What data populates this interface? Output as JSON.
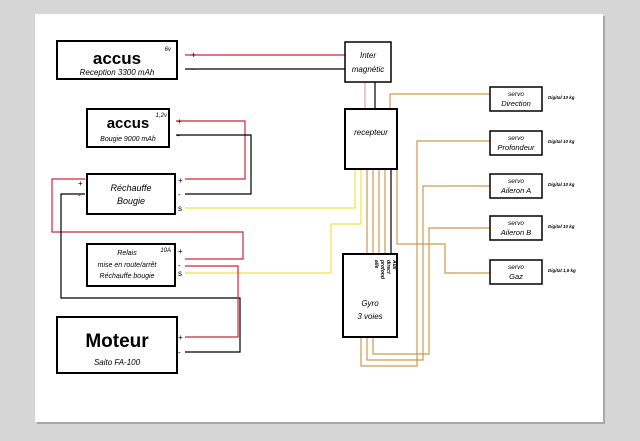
{
  "colors": {
    "red": "#c9283c",
    "black": "#000000",
    "yellow": "#f2e246",
    "tan": "#cc9a4e",
    "pink": "#e3a0b0",
    "paper": "#ffffff",
    "background": "#d6d6d6"
  },
  "blocks": {
    "accus1": {
      "title": "accus",
      "voltage": "6v",
      "subtitle": "Reception 3300 mAh"
    },
    "accus2": {
      "title": "accus",
      "voltage": "1,2v",
      "subtitle": "Bougie 9000 mAh"
    },
    "rechauffe": {
      "line1": "Réchauffe",
      "line2": "Bougie"
    },
    "relais": {
      "line1": "Relais",
      "line2": "mise en route/arrêt",
      "line3": "Réchauffe bougie",
      "rating": "10A"
    },
    "moteur": {
      "title": "Moteur",
      "subtitle": "Saito FA-100"
    },
    "inter": {
      "line1": "Inter",
      "line2": "magnétic"
    },
    "recepteur": {
      "label": "recepteur"
    },
    "gyro": {
      "line1": "Gyro",
      "line2": "3 voies",
      "channels": [
        "Aux",
        "direct",
        "profond",
        "aile"
      ]
    }
  },
  "servos": [
    {
      "line1": "servo",
      "line2": "Direction",
      "spec": "Digital 10 kg"
    },
    {
      "line1": "servo",
      "line2": "Profondeur",
      "spec": "Digital 10 kg"
    },
    {
      "line1": "servo",
      "line2": "Aileron A",
      "spec": "Digital 10 kg"
    },
    {
      "line1": "servo",
      "line2": "Aileron B",
      "spec": "Digital 10 kg"
    },
    {
      "line1": "servo",
      "line2": "Gaz",
      "spec": "Digital 1,5 kg"
    }
  ],
  "terminals": {
    "plus": "+",
    "minus": "-",
    "signal": "s"
  }
}
